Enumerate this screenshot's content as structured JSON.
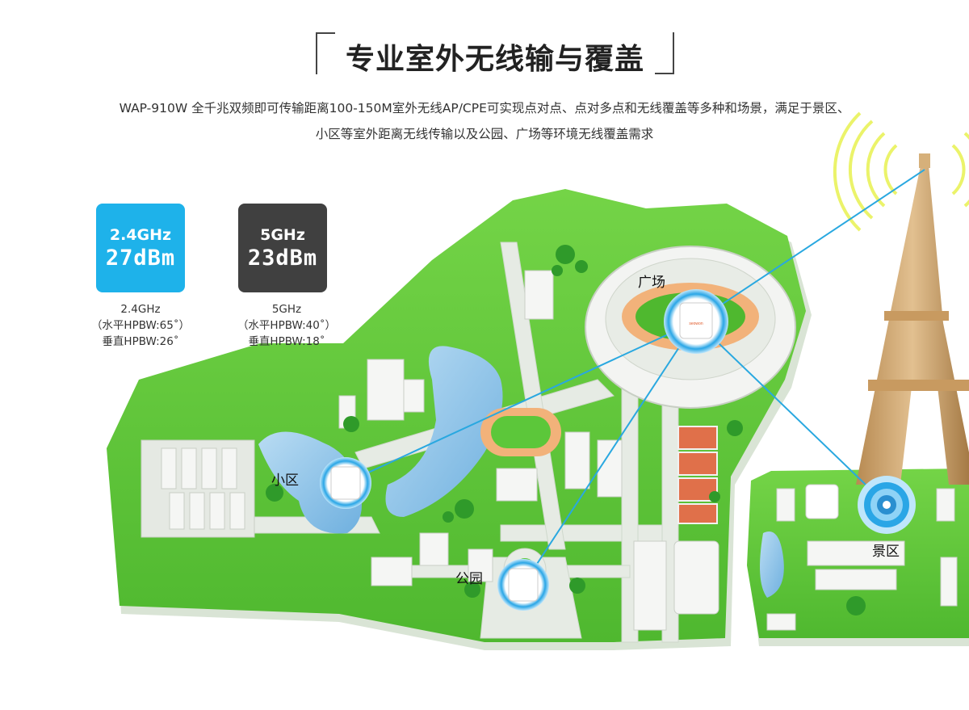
{
  "header": {
    "title": "专业室外无线输与覆盖",
    "description_line1": "WAP-910W 全千兆双频即可传输距离100-150M室外无线AP/CPE可实现点对点、点对多点和无线覆盖等多种和场景，满足于景区、",
    "description_line2": "小区等室外距离无线传输以及公园、广场等环境无线覆盖需求"
  },
  "bands": [
    {
      "freq": "2.4GHz",
      "power": "27dBm",
      "color": "#1eb2ea",
      "spec_freq": "2.4GHz",
      "spec_h": "（水平HPBW:65˚）",
      "spec_v": "垂直HPBW:26˚"
    },
    {
      "freq": "5GHz",
      "power": "23dBm",
      "color": "#404040",
      "spec_freq": "5GHz",
      "spec_h": "（水平HPBW:40˚）",
      "spec_v": "垂直HPBW:18˚"
    }
  ],
  "places": {
    "plaza": "广场",
    "community": "小区",
    "park": "公园",
    "scenic": "景区"
  },
  "device_brand": "seowon",
  "colors": {
    "grass": "#5cc73a",
    "grass_light": "#8fdc5a",
    "road": "#e6eae6",
    "building": "#f4f4f4",
    "water": "#8fc4e8",
    "link": "#29a8e0",
    "track": "#f2b27a",
    "court": "#e0704a"
  }
}
